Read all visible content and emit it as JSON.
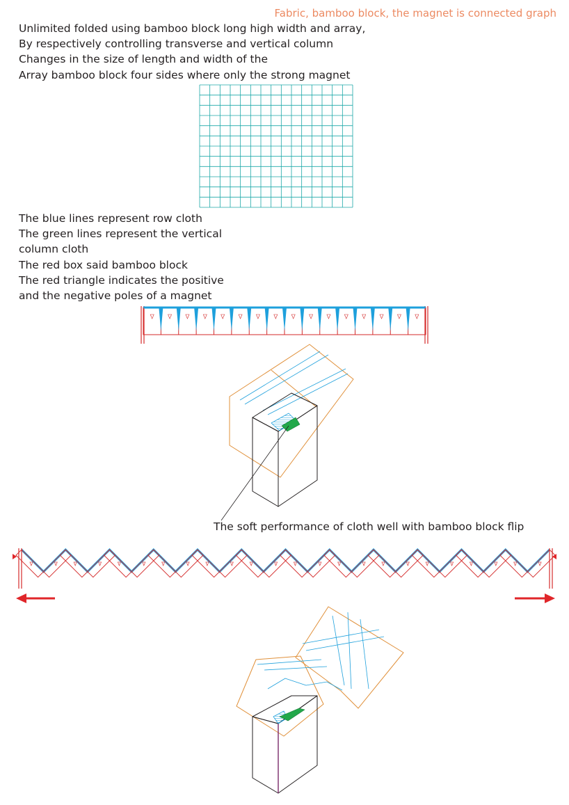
{
  "title": "Fabric, bamboo block, the magnet is connected graph",
  "intro_lines": [
    "Unlimited folded using bamboo block long high width and array,",
    "By respectively controlling transverse and vertical column",
    "Changes in the size of length and width of the",
    "Array bamboo block four sides where only the strong magnet"
  ],
  "legend_lines": [
    "The blue lines represent row cloth",
    "The green lines represent the vertical",
    "column cloth",
    "The red box said bamboo block",
    "The red triangle indicates the positive",
    "and the negative poles of a magnet"
  ],
  "flip_caption": "The soft performance of cloth well with bamboo block flip",
  "colors": {
    "header": "#ec8a62",
    "grid": "#1ba8a8",
    "row_cloth": "#1ea0dc",
    "block": "#d42a2a",
    "fabric_outline": "#e0903a",
    "column_cloth": "#22a84a",
    "arrow": "#e0262a",
    "ink": "#231f20"
  }
}
